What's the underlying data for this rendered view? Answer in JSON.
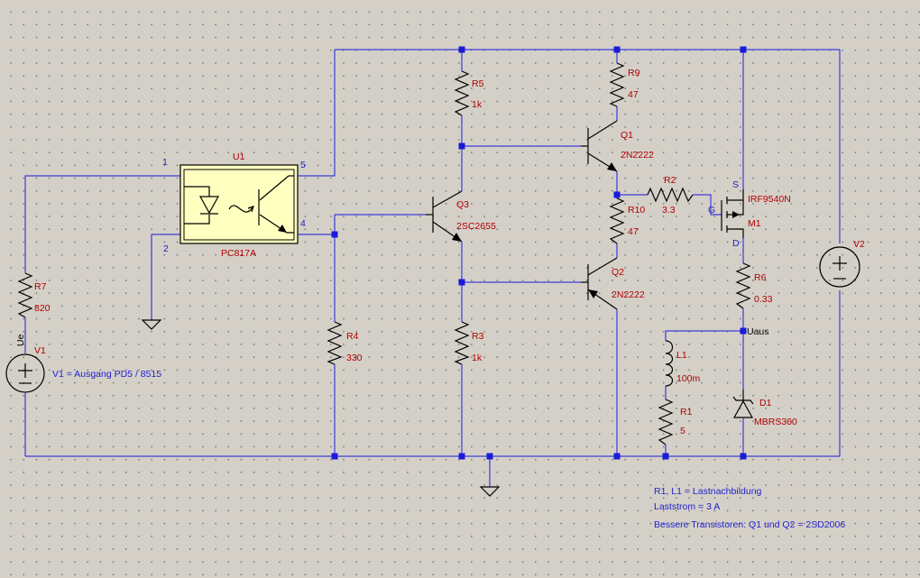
{
  "components": {
    "U1": {
      "ref": "U1",
      "value": "PC817A",
      "pin1": "1",
      "pin2": "2",
      "pin4": "4",
      "pin5": "5"
    },
    "R7": {
      "ref": "R7",
      "value": "820"
    },
    "V1": {
      "ref": "V1",
      "net": "Ue"
    },
    "R4": {
      "ref": "R4",
      "value": "330"
    },
    "R5": {
      "ref": "R5",
      "value": "1k"
    },
    "R3": {
      "ref": "R3",
      "value": "1k"
    },
    "Q3": {
      "ref": "Q3",
      "value": "2SC2655"
    },
    "R9": {
      "ref": "R9",
      "value": "47"
    },
    "R10": {
      "ref": "R10",
      "value": "47"
    },
    "Q1": {
      "ref": "Q1",
      "value": "2N2222"
    },
    "Q2": {
      "ref": "Q2",
      "value": "2N2222"
    },
    "R2": {
      "ref": "R2",
      "value": "3.3"
    },
    "M1": {
      "ref": "M1",
      "value": "IRF9540N",
      "pin_s": "S",
      "pin_g": "G",
      "pin_d": "D"
    },
    "R6": {
      "ref": "R6",
      "value": "0.33"
    },
    "L1": {
      "ref": "L1",
      "value": "100m"
    },
    "R1": {
      "ref": "R1",
      "value": "5"
    },
    "D1": {
      "ref": "D1",
      "value": "MBRS360"
    },
    "V2": {
      "ref": "V2"
    }
  },
  "nets": {
    "uaus": "Uaus"
  },
  "notes": {
    "v1": "V1 = Ausgang PD5 / 8515",
    "line1": "R1, L1 = Lastnachbildung",
    "line2": "Laststrom = 3 A",
    "line3": "Bessere Transistoren: Q1 und Q2 = 2SD2006"
  },
  "colors": {
    "wire": "#3c3cd8",
    "label": "#b00000",
    "optocoupler": "#ffffc0"
  }
}
